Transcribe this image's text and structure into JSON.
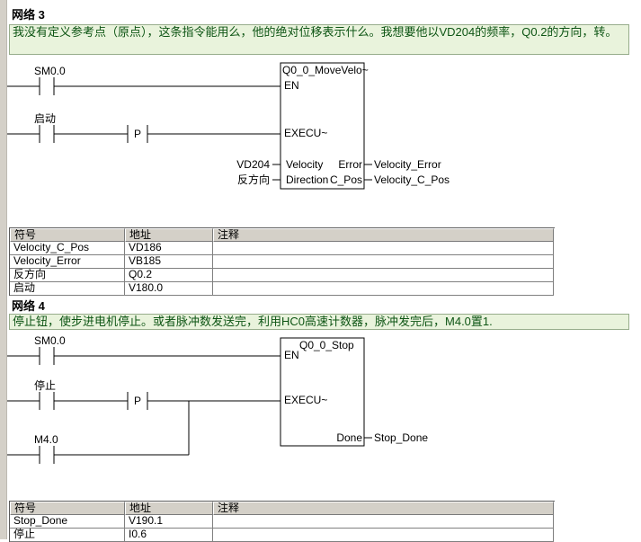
{
  "colors": {
    "comment_background": "#e9f3dc",
    "comment_text": "#0c5413",
    "table_header_background": "#d4d0c8",
    "gutter": "#d4d0c8",
    "wire": "#000000"
  },
  "network3": {
    "title": "网络 3",
    "comment": "我没有定义参考点（原点），这条指令能用么，他的绝对位移表示什么。我想要他以VD204的频率，Q0.2的方向，转。",
    "ladder": {
      "contact1": "SM0.0",
      "contact2": "启动",
      "edge": "P",
      "block_title": "Q0_0_MoveVelo~",
      "pin_en": "EN",
      "pin_execute": "EXECU~",
      "pin_velocity": "Velocity",
      "pin_direction": "Direction",
      "pin_error": "Error",
      "pin_cpos": "C_Pos",
      "operand_velocity": "VD204",
      "operand_direction": "反方向",
      "operand_error": "Velocity_Error",
      "operand_cpos": "Velocity_C_Pos"
    },
    "table": {
      "headers": [
        "符号",
        "地址",
        "注释"
      ],
      "rows": [
        [
          "Velocity_C_Pos",
          "VD186",
          ""
        ],
        [
          "Velocity_Error",
          "VB185",
          ""
        ],
        [
          "反方向",
          "Q0.2",
          ""
        ],
        [
          "启动",
          "V180.0",
          ""
        ]
      ]
    }
  },
  "network4": {
    "title": "网络 4",
    "comment": "停止钮，使步进电机停止。或者脉冲数发送完，利用HC0高速计数器，脉冲发完后，M4.0置1.",
    "ladder": {
      "contact1": "SM0.0",
      "contact2": "停止",
      "contact3": "M4.0",
      "edge": "P",
      "block_title": "Q0_0_Stop",
      "pin_en": "EN",
      "pin_execute": "EXECU~",
      "pin_done": "Done",
      "operand_done": "Stop_Done"
    },
    "table": {
      "headers": [
        "符号",
        "地址",
        "注释"
      ],
      "rows": [
        [
          "Stop_Done",
          "V190.1",
          ""
        ],
        [
          "停止",
          "I0.6",
          ""
        ]
      ]
    }
  }
}
